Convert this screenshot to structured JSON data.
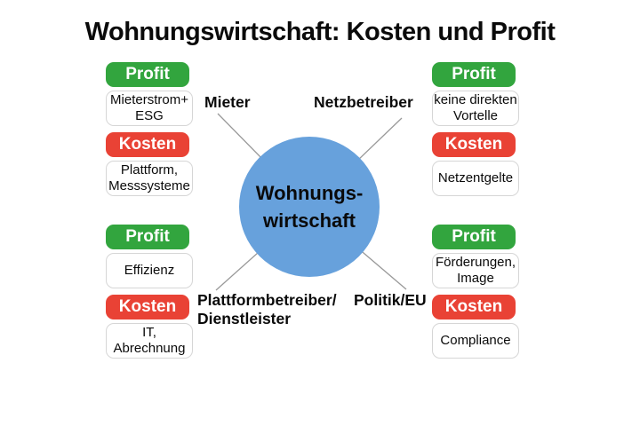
{
  "title": "Wohnungswirtschaft: Kosten und Profit",
  "center": {
    "label": "Wohnungs-\nwirtschaft",
    "fill": "#67A1DC"
  },
  "colors": {
    "profit": "#32A53E",
    "kosten": "#E94235",
    "line": "#999999",
    "box_border": "#D6D6D6",
    "badge_text": "#FFFFFF"
  },
  "quadrants": [
    {
      "position": "top-left",
      "stakeholder": "Mieter",
      "profit": {
        "label": "Profit",
        "value": "Mieterstrom+\nESG"
      },
      "kosten": {
        "label": "Kosten",
        "value": "Plattform,\nMesssysteme"
      }
    },
    {
      "position": "top-right",
      "stakeholder": "Netzbetreiber",
      "profit": {
        "label": "Profit",
        "value": "keine direkten\nVortelle"
      },
      "kosten": {
        "label": "Kosten",
        "value": "Netzentgelte"
      }
    },
    {
      "position": "bottom-left",
      "stakeholder": "Plattformbetreiber/\nDienstleister",
      "profit": {
        "label": "Profit",
        "value": "Effizienz"
      },
      "kosten": {
        "label": "Kosten",
        "value": "IT,\nAbrechnung"
      }
    },
    {
      "position": "bottom-right",
      "stakeholder": "Politik/EU",
      "profit": {
        "label": "Profit",
        "value": "Förderungen,\nImage"
      },
      "kosten": {
        "label": "Kosten",
        "value": "Compliance"
      }
    }
  ]
}
